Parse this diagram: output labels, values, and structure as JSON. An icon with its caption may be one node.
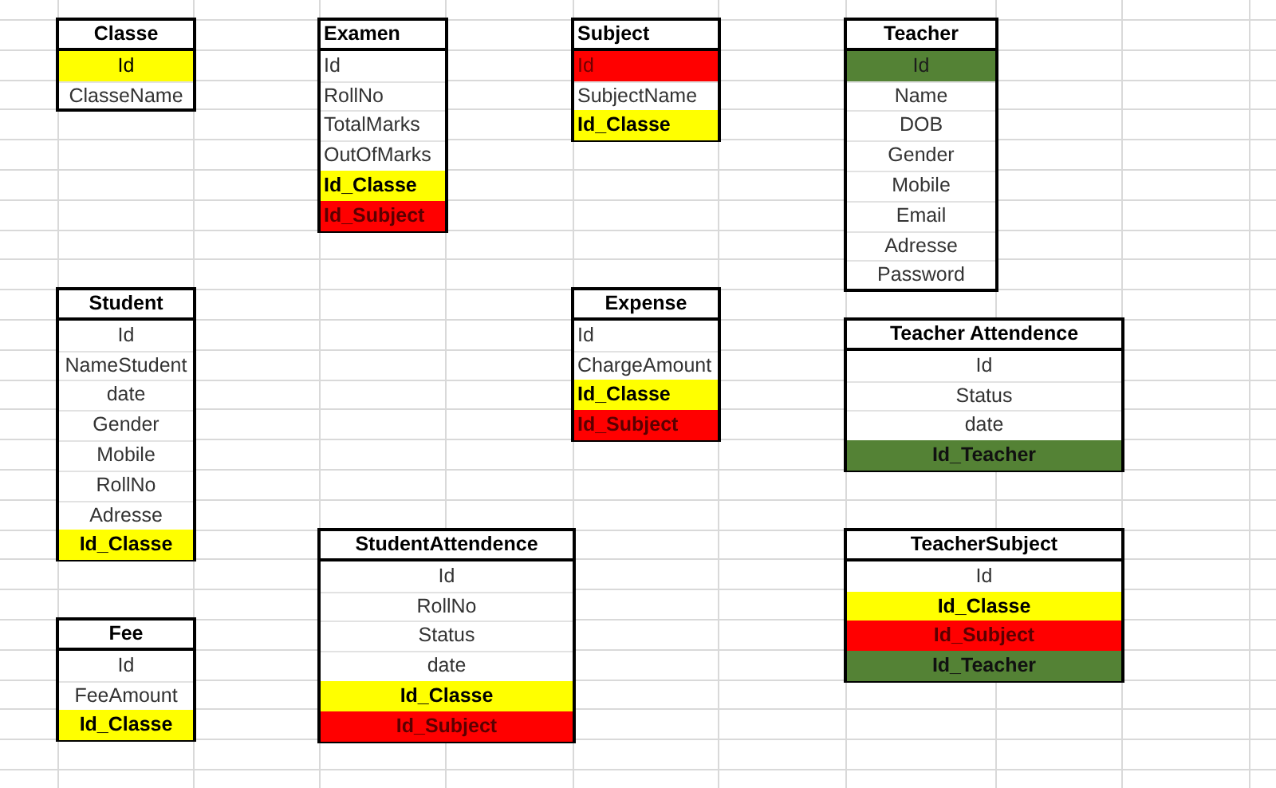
{
  "diagram": {
    "nodes": [
      {
        "text": [
          "Classe",
          "Id",
          "ClasseName"
        ]
      },
      {
        "text": [
          "Examen",
          "Id",
          "RollNo",
          "TotalMarks",
          "OutOfMarks",
          "Id_Classe",
          "Id_Subject"
        ]
      },
      {
        "text": [
          "Subject",
          "Id",
          "SubjectName",
          "Id_Classe"
        ]
      },
      {
        "text": [
          "Teacher",
          "Id",
          "Name",
          "DOB",
          "Gender",
          "Mobile",
          "Email",
          "Adresse",
          "Password"
        ]
      },
      {
        "text": [
          "Student",
          "Id",
          "NameStudent",
          "date",
          "Gender",
          "Mobile",
          "RollNo",
          "Adresse",
          "Id_Classe"
        ]
      },
      {
        "text": [
          "Expense",
          "Id",
          "ChargeAmount",
          "Id_Classe",
          "Id_Subject"
        ]
      },
      {
        "text": [
          "Teacher Attendence",
          "Id",
          "Status",
          "date",
          "Id_Teacher"
        ]
      },
      {
        "text": [
          "StudentAttendence",
          "Id",
          "RollNo",
          "Status",
          "date",
          "Id_Classe",
          "Id_Subject"
        ]
      },
      {
        "text": [
          "Fee",
          "Id",
          "FeeAmount",
          "Id_Classe"
        ]
      },
      {
        "text": [
          "TeacherSubject",
          "Id",
          "Id_Classe",
          "Id_Subject",
          "Id_Teacher"
        ]
      }
    ]
  }
}
